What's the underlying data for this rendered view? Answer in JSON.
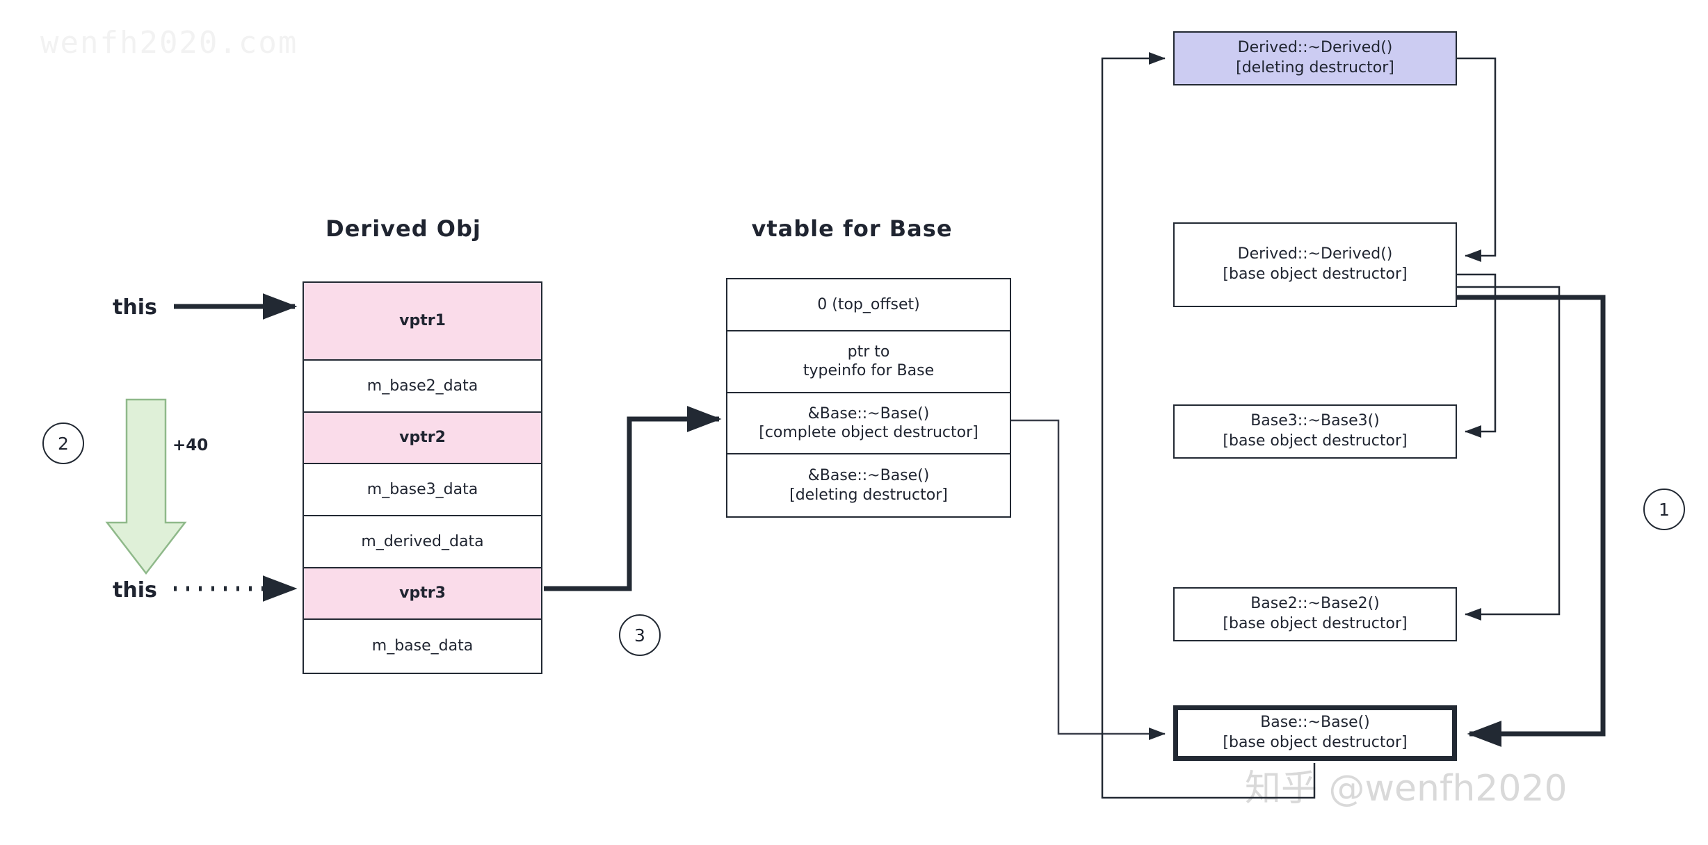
{
  "watermarks": {
    "top_left": "wenfh2020.com",
    "bottom_right": "知乎 @wenfh2020"
  },
  "titles": {
    "derived_obj": "Derived Obj",
    "vtable_base": "vtable for Base"
  },
  "labels": {
    "this_top": "this",
    "this_bottom": "this",
    "offset": "+40"
  },
  "step_markers": {
    "one": "1",
    "two": "2",
    "three": "3"
  },
  "derived_obj_rows": [
    {
      "text": "vptr1",
      "kind": "vptr"
    },
    {
      "text": "m_base2_data",
      "kind": "data"
    },
    {
      "text": "vptr2",
      "kind": "vptr"
    },
    {
      "text": "m_base3_data",
      "kind": "data"
    },
    {
      "text": "m_derived_data",
      "kind": "data"
    },
    {
      "text": "vptr3",
      "kind": "vptr"
    },
    {
      "text": "m_base_data",
      "kind": "data"
    }
  ],
  "vtable_rows": [
    {
      "line1": "0 (top_offset)",
      "line2": ""
    },
    {
      "line1": "ptr to",
      "line2": "typeinfo for Base"
    },
    {
      "line1": "&Base::~Base()",
      "line2": "[complete object destructor]"
    },
    {
      "line1": "&Base::~Base()",
      "line2": "[deleting destructor]"
    }
  ],
  "function_boxes": [
    {
      "line1": "Derived::~Derived()",
      "line2": "[deleting destructor]",
      "style": "lavender"
    },
    {
      "line1": "Derived::~Derived()",
      "line2": "[base object destructor]",
      "style": "plain"
    },
    {
      "line1": "Base3::~Base3()",
      "line2": "[base object destructor]",
      "style": "plain"
    },
    {
      "line1": "Base2::~Base2()",
      "line2": "[base object destructor]",
      "style": "plain"
    },
    {
      "line1": "Base::~Base()",
      "line2": "[base object destructor]",
      "style": "thick"
    }
  ],
  "colors": {
    "vptr_fill": "#fadcea",
    "lavender_fill": "#ccccf2",
    "stroke": "#222933",
    "offset_arrow_fill": "#dff0d8",
    "offset_arrow_stroke": "#7fae78"
  }
}
